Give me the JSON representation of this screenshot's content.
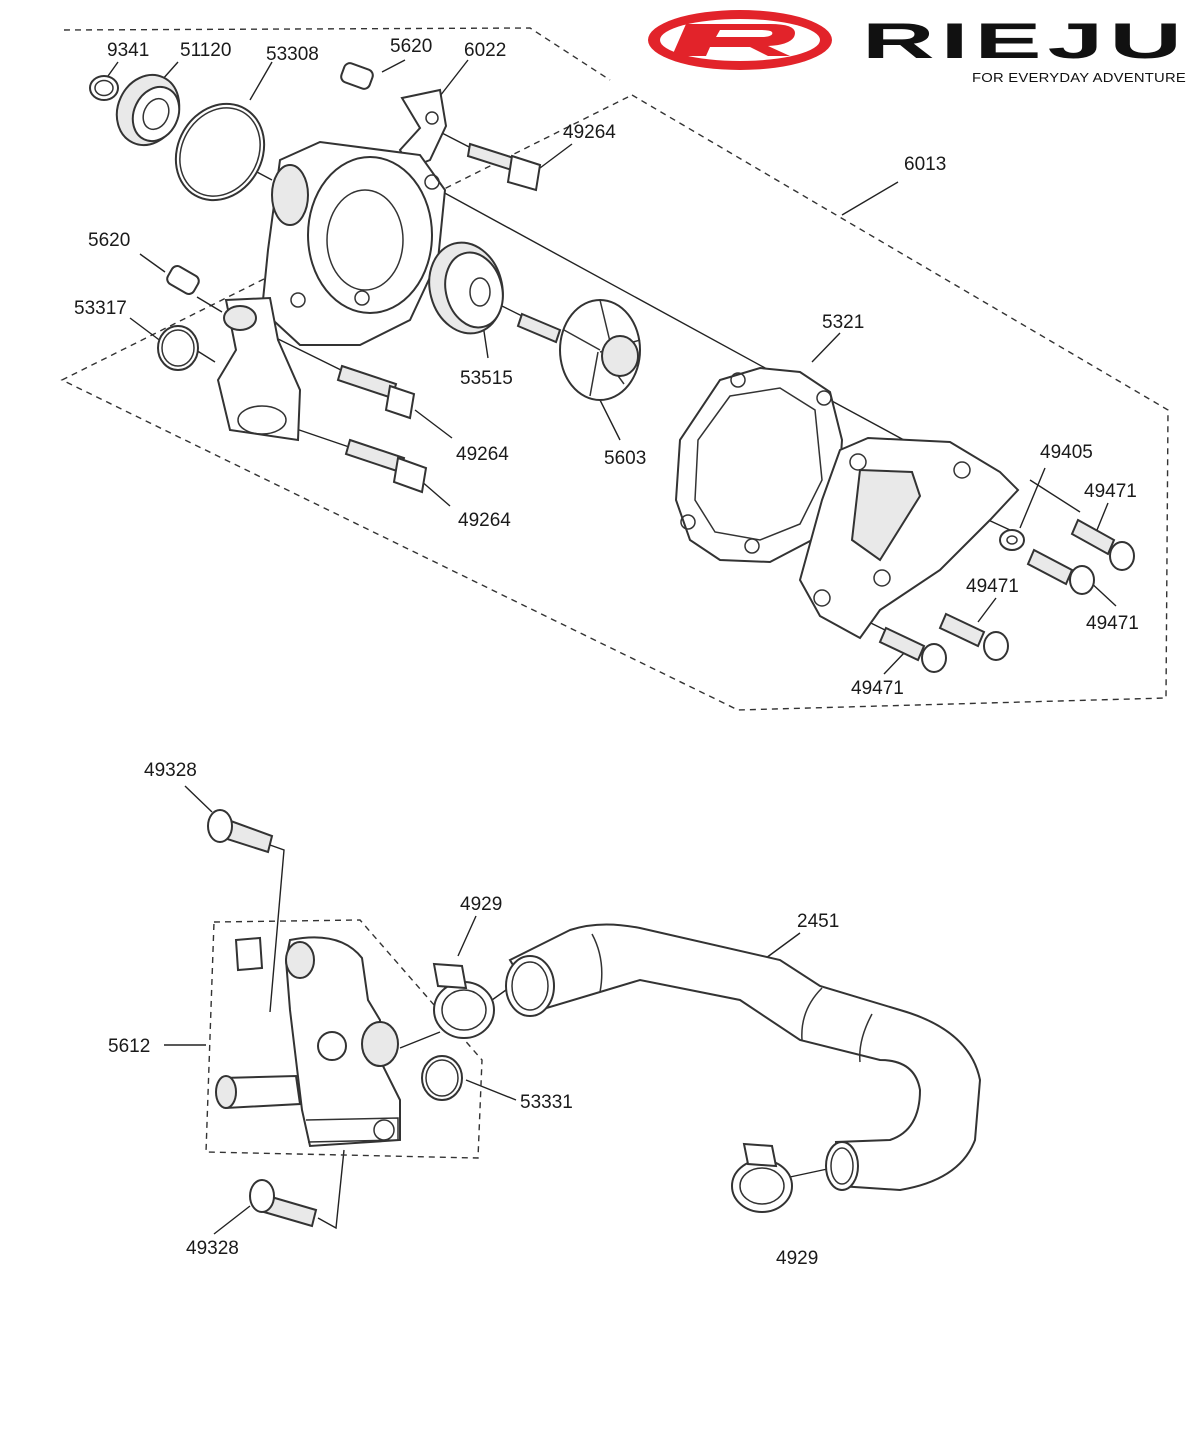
{
  "brand": {
    "name": "RIEJU",
    "tagline": "FOR EVERYDAY ADVENTURE",
    "color": "#e2232a"
  },
  "labels": {
    "p9341": "9341",
    "p51120": "51120",
    "p53308": "53308",
    "p5620_top": "5620",
    "p6022": "6022",
    "p49264_top": "49264",
    "p6013": "6013",
    "p5620_left": "5620",
    "p53317": "53317",
    "p53515": "53515",
    "p5603": "5603",
    "p49264_mid": "49264",
    "p49264_low": "49264",
    "p5321": "5321",
    "p49405": "49405",
    "p49471_a": "49471",
    "p49471_b": "49471",
    "p49471_c": "49471",
    "p49471_d": "49471",
    "p49328_top": "49328",
    "p4929_top": "4929",
    "p2451": "2451",
    "p5612": "5612",
    "p53331": "53331",
    "p49328_bot": "49328",
    "p4929_bot": "4929"
  }
}
